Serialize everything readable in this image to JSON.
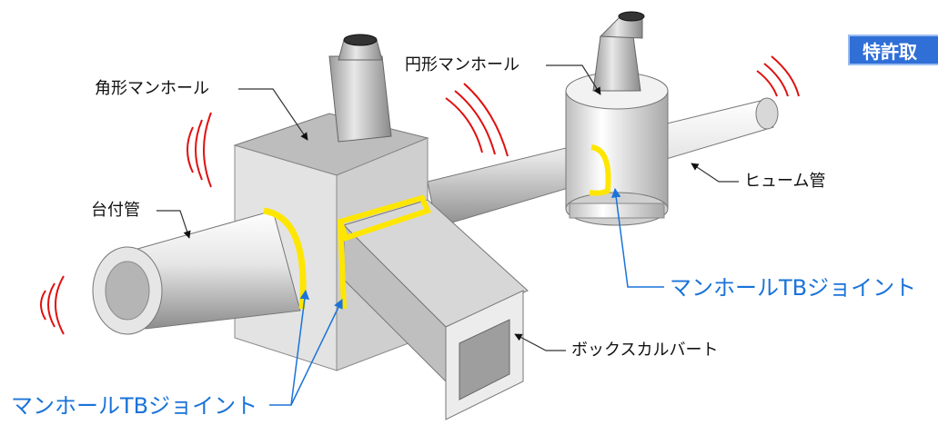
{
  "badge": "特許取",
  "labels": {
    "square_manhole": "角形マンホール",
    "round_manhole": "円形マンホール",
    "base_pipe": "台付管",
    "hume_pipe": "ヒューム管",
    "box_culvert": "ボックスカルバート",
    "joint_right": "マンホールTBジョイント",
    "joint_bottom": "マンホールTBジョイント"
  },
  "colors": {
    "joint_ring": "#ffe600",
    "vibration": "#e01010",
    "label_blue": "#1a73d9",
    "badge": "#2f6fd6"
  }
}
